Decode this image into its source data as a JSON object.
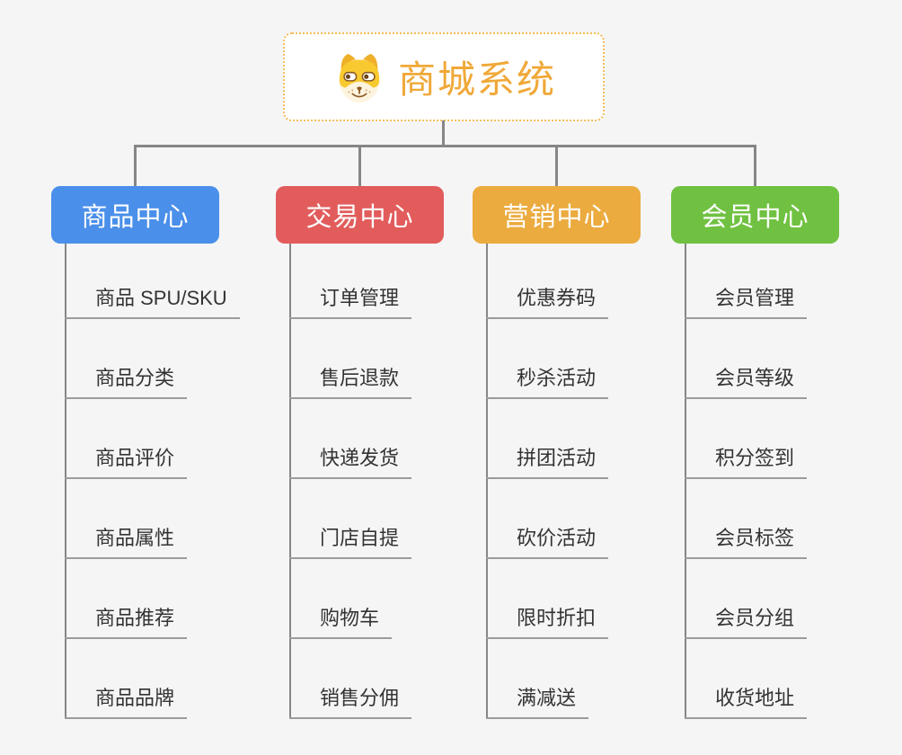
{
  "root": {
    "title": "商城系统",
    "icon": "dog-logo-icon",
    "accent_color": "#f0a838",
    "border_color": "#f4bb59"
  },
  "colors": {
    "connector": "#868686",
    "item_underline": "#9b9b9b",
    "item_text": "#333333",
    "canvas_background": "#f5f5f6"
  },
  "branches": [
    {
      "label": "商品中心",
      "color": "#4a8fe9",
      "children": [
        "商品 SPU/SKU",
        "商品分类",
        "商品评价",
        "商品属性",
        "商品推荐",
        "商品品牌"
      ]
    },
    {
      "label": "交易中心",
      "color": "#e25c5c",
      "children": [
        "订单管理",
        "售后退款",
        "快递发货",
        "门店自提",
        "购物车",
        "销售分佣"
      ]
    },
    {
      "label": "营销中心",
      "color": "#ebab3f",
      "children": [
        "优惠券码",
        "秒杀活动",
        "拼团活动",
        "砍价活动",
        "限时折扣",
        "满减送"
      ]
    },
    {
      "label": "会员中心",
      "color": "#70c142",
      "children": [
        "会员管理",
        "会员等级",
        "积分签到",
        "会员标签",
        "会员分组",
        "收货地址"
      ]
    }
  ]
}
